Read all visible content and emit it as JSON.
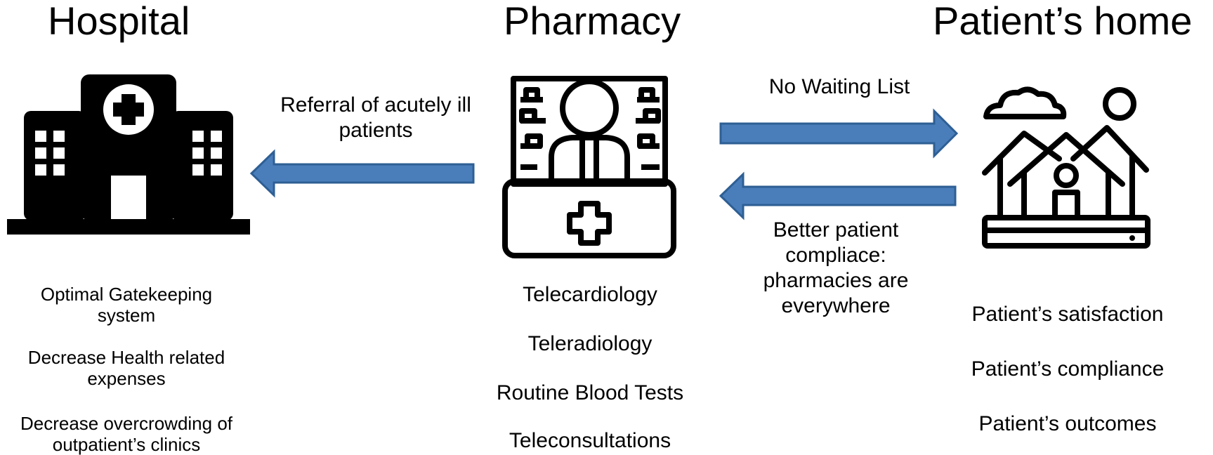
{
  "columns": {
    "hospital": {
      "title": "Hospital",
      "benefits": [
        "Optimal Gatekeeping system",
        "Decrease Health related expenses",
        "Decrease overcrowding of outpatient’s clinics"
      ],
      "icon": "hospital-icon"
    },
    "pharmacy": {
      "title": "Pharmacy",
      "services": [
        "Telecardiology",
        "Teleradiology",
        "Routine Blood Tests",
        "Teleconsultations"
      ],
      "icon": "pharmacist-icon"
    },
    "home": {
      "title": "Patient’s home",
      "benefits": [
        "Patient’s satisfaction",
        "Patient’s compliance",
        "Patient’s outcomes"
      ],
      "icon": "houses-icon"
    }
  },
  "arrows": {
    "to_hospital": "Referral of acutely ill patients",
    "to_home": "No Waiting List",
    "to_pharmacy": "Better patient compliace: pharmacies are everywhere"
  },
  "colors": {
    "arrow_fill": "#4a7ebb",
    "arrow_stroke": "#2e5f94",
    "icon": "#000000"
  }
}
